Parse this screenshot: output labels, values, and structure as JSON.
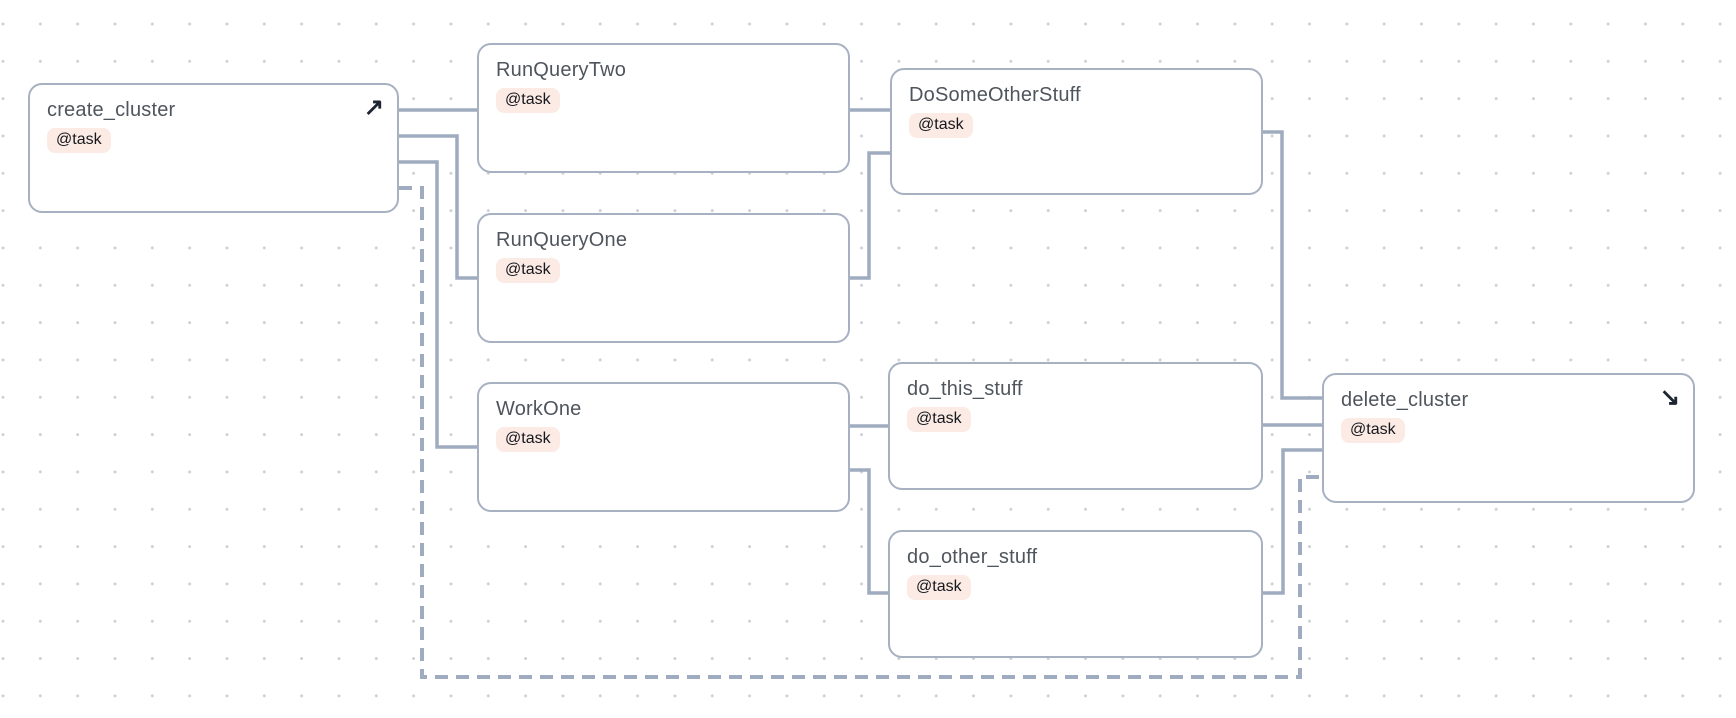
{
  "diagram": {
    "nodes": [
      {
        "id": "create_cluster",
        "label": "create_cluster",
        "badge": "@task",
        "icon_name": "arrow-up-right-icon",
        "icon_glyph": "↗"
      },
      {
        "id": "RunQueryTwo",
        "label": "RunQueryTwo",
        "badge": "@task"
      },
      {
        "id": "RunQueryOne",
        "label": "RunQueryOne",
        "badge": "@task"
      },
      {
        "id": "DoSomeOtherStuff",
        "label": "DoSomeOtherStuff",
        "badge": "@task"
      },
      {
        "id": "WorkOne",
        "label": "WorkOne",
        "badge": "@task"
      },
      {
        "id": "do_this_stuff",
        "label": "do_this_stuff",
        "badge": "@task"
      },
      {
        "id": "do_other_stuff",
        "label": "do_other_stuff",
        "badge": "@task"
      },
      {
        "id": "delete_cluster",
        "label": "delete_cluster",
        "badge": "@task",
        "icon_name": "arrow-down-right-icon",
        "icon_glyph": "↘"
      }
    ],
    "edges": [
      {
        "from": "create_cluster",
        "to": "RunQueryTwo",
        "style": "solid"
      },
      {
        "from": "create_cluster",
        "to": "RunQueryOne",
        "style": "solid"
      },
      {
        "from": "create_cluster",
        "to": "WorkOne",
        "style": "solid"
      },
      {
        "from": "create_cluster",
        "to": "delete_cluster",
        "style": "dashed"
      },
      {
        "from": "RunQueryTwo",
        "to": "DoSomeOtherStuff",
        "style": "solid"
      },
      {
        "from": "RunQueryOne",
        "to": "DoSomeOtherStuff",
        "style": "solid"
      },
      {
        "from": "DoSomeOtherStuff",
        "to": "delete_cluster",
        "style": "solid"
      },
      {
        "from": "WorkOne",
        "to": "do_this_stuff",
        "style": "solid"
      },
      {
        "from": "WorkOne",
        "to": "do_other_stuff",
        "style": "solid"
      },
      {
        "from": "do_this_stuff",
        "to": "delete_cluster",
        "style": "solid"
      },
      {
        "from": "do_other_stuff",
        "to": "delete_cluster",
        "style": "solid"
      }
    ],
    "colors": {
      "node_border": "#a7b1c2",
      "edge": "#9fabbe",
      "badge_bg": "#fcebe4",
      "badge_text": "#15181e",
      "title_text": "#4f555c",
      "icon": "#1d2432",
      "dot": "#cbcfd5"
    }
  }
}
